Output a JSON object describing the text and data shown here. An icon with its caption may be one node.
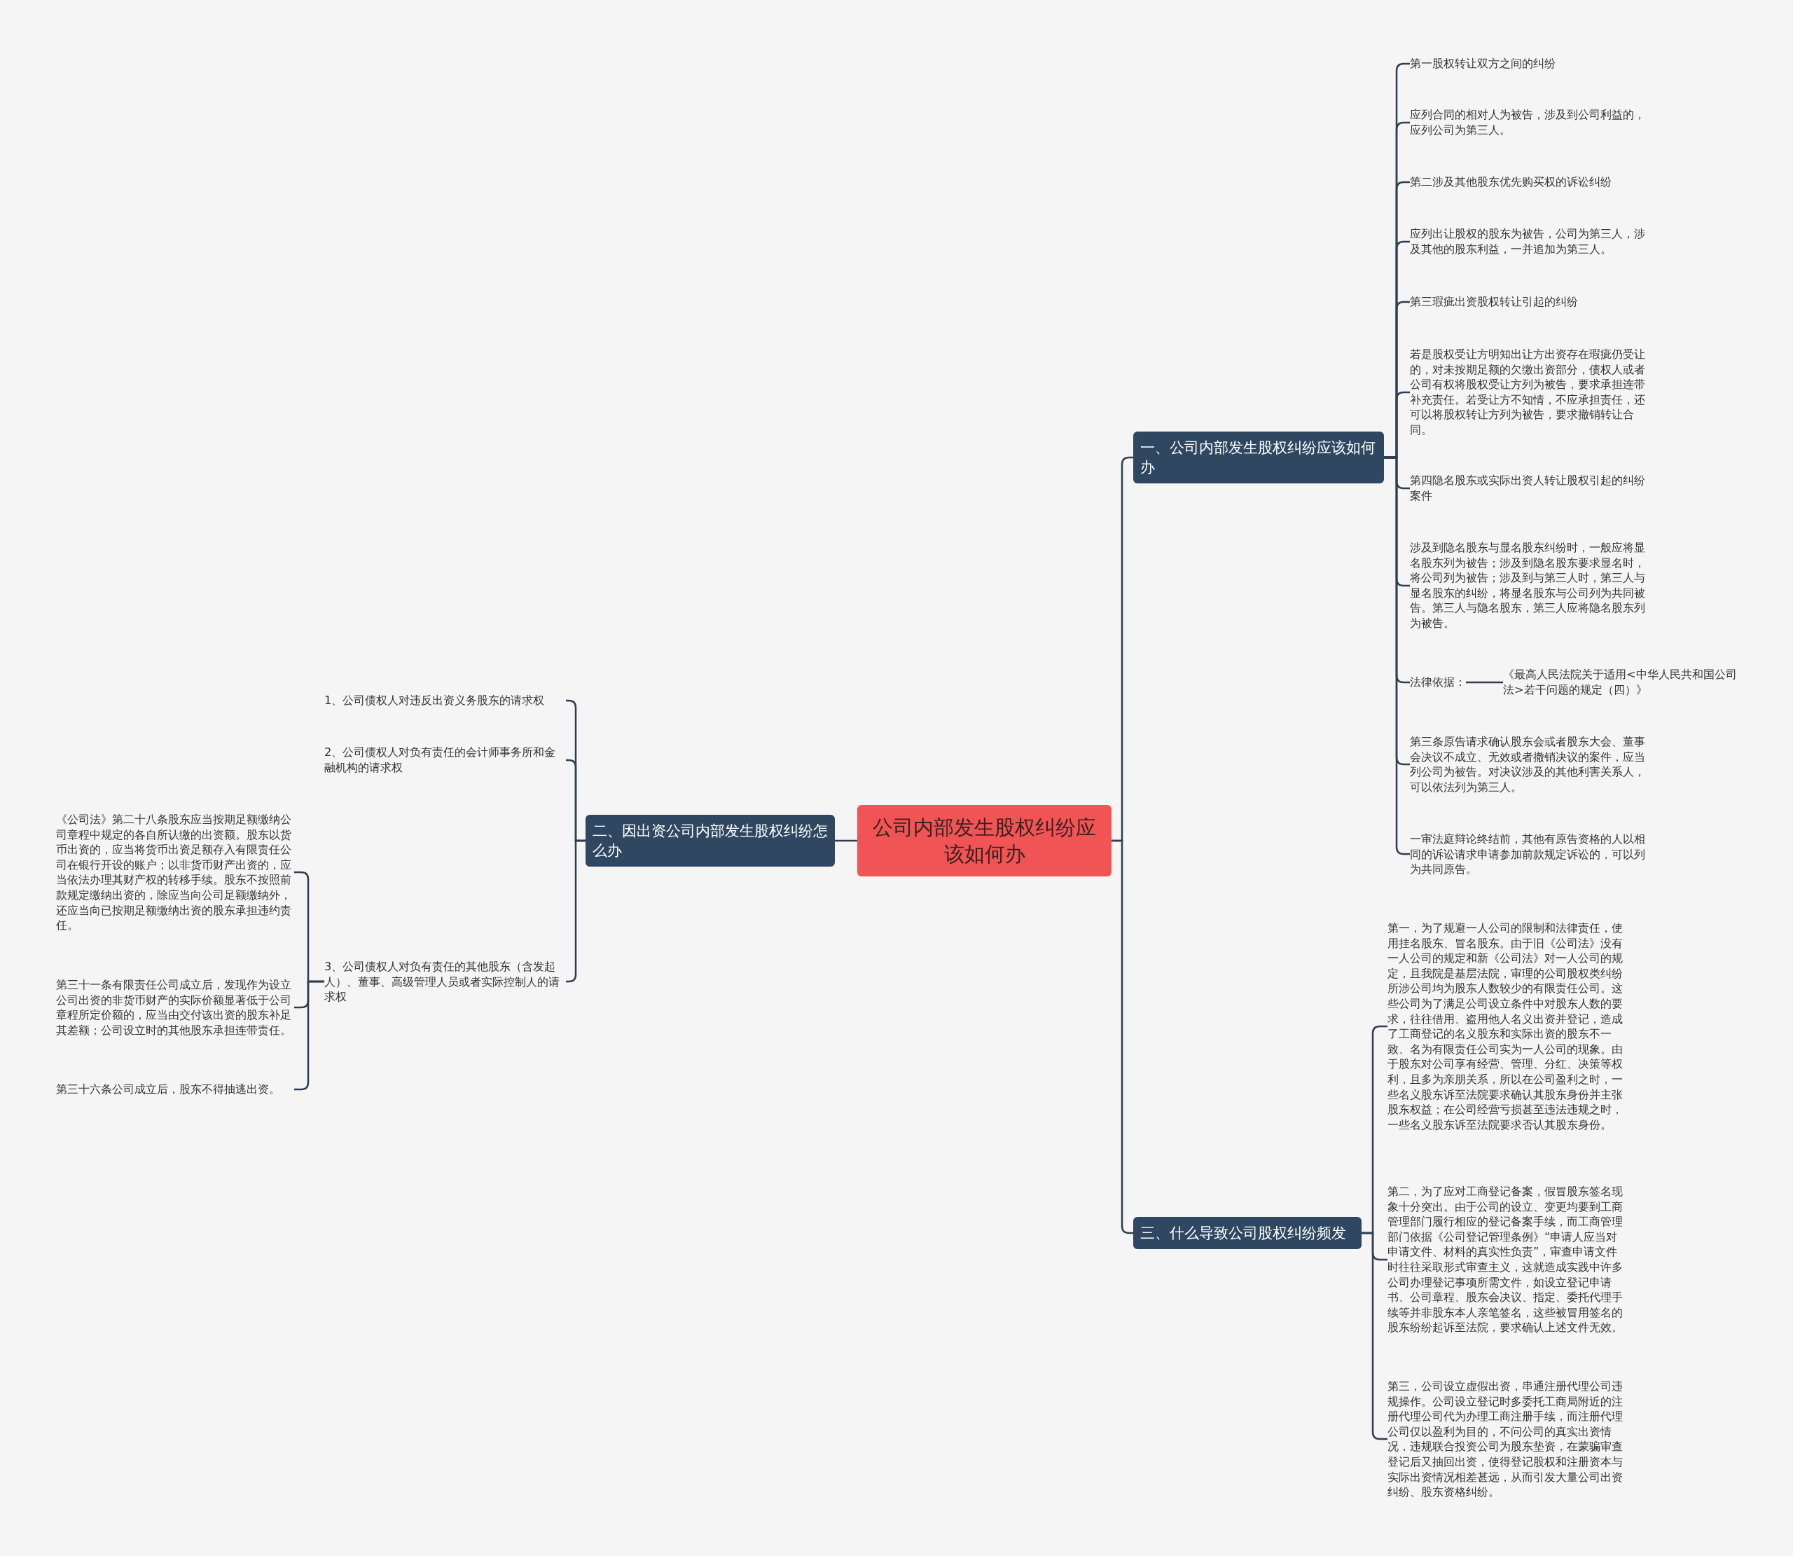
{
  "diagram": {
    "nodes": [
      {
        "text": [
          "公司内部发生股权纠纷应该如何办"
        ]
      },
      {
        "text": [
          "一、公司内部发生股权纠纷应该如何办"
        ]
      },
      {
        "text": [
          "第一股权转让双方之间的纠纷"
        ]
      },
      {
        "text": [
          "应列合同的相对人为被告，涉及到公司利益的，应列公司为第三人。"
        ]
      },
      {
        "text": [
          "第二涉及其他股东优先购买权的诉讼纠纷"
        ]
      },
      {
        "text": [
          "应列出让股权的股东为被告，公司为第三人，涉及其他的股东利益，一并追加为第三人。"
        ]
      },
      {
        "text": [
          "第三瑕疵出资股权转让引起的纠纷"
        ]
      },
      {
        "text": [
          "若是股权受让方明知出让方出资存在瑕疵仍受让的，对未按期足额的欠缴出资部分，债权人或者公司有权将股权受让方列为被告，要求承担连带补充责任。若受让方不知情，不应承担责任，还可以将股权转让方列为被告，要求撤销转让合同。"
        ]
      },
      {
        "text": [
          "第四隐名股东或实际出资人转让股权引起的纠纷案件"
        ]
      },
      {
        "text": [
          "涉及到隐名股东与显名股东纠纷时，一般应将显名股东列为被告；涉及到隐名股东要求显名时，将公司列为被告；涉及到与第三人时，第三人与显名股东的纠纷，将显名股东与公司列为共同被告。第三人与隐名股东，第三人应将隐名股东列为被告。"
        ]
      },
      {
        "text": [
          "法律依据："
        ]
      },
      {
        "text": [
          "《最高人民法院关于适用<中华人民共和国公司法>若干问题的规定（四）》"
        ]
      },
      {
        "text": [
          "第三条原告请求确认股东会或者股东大会、董事会决议不成立、无效或者撤销决议的案件，应当列公司为被告。对决议涉及的其他利害关系人，可以依法列为第三人。"
        ]
      },
      {
        "text": [
          "一审法庭辩论终结前，其他有原告资格的人以相同的诉讼请求申请参加前款规定诉讼的，可以列为共同原告。"
        ]
      },
      {
        "text": [
          "二、因出资公司内部发生股权纠纷怎么办"
        ]
      },
      {
        "text": [
          "1、公司债权人对违反出资义务股东的请求权"
        ]
      },
      {
        "text": [
          "2、公司债权人对负有责任的会计师事务所和金融机构的请求权"
        ]
      },
      {
        "text": [
          "3、公司债权人对负有责任的其他股东（含发起人）、董事、高级管理人员或者实际控制人的请求权"
        ]
      },
      {
        "text": [
          "《公司法》第二十八条股东应当按期足额缴纳公司章程中规定的各自所认缴的出资额。股东以货币出资的，应当将货币出资足额存入有限责任公司在银行开设的账户；以非货币财产出资的，应当依法办理其财产权的转移手续。股东不按照前款规定缴纳出资的，除应当向公司足额缴纳外，还应当向已按期足额缴纳出资的股东承担违约责任。"
        ]
      },
      {
        "text": [
          "第三十一条有限责任公司成立后，发现作为设立公司出资的非货币财产的实际价额显著低于公司章程所定价额的，应当由交付该出资的股东补足其差额；公司设立时的其他股东承担连带责任。"
        ]
      },
      {
        "text": [
          "第三十六条公司成立后，股东不得抽逃出资。"
        ]
      },
      {
        "text": [
          "三、什么导致公司股权纠纷频发"
        ]
      },
      {
        "text": [
          "第一，为了规避一人公司的限制和法律责任，使用挂名股东、冒名股东。由于旧《公司法》没有一人公司的规定和新《公司法》对一人公司的规定，且我院是基层法院，审理的公司股权类纠纷所涉公司均为股东人数较少的有限责任公司。这些公司为了满足公司设立条件中对股东人数的要求，往往借用、盗用他人名义出资并登记，造成了工商登记的名义股东和实际出资的股东不一致、名为有限责任公司实为一人公司的现象。由于股东对公司享有经营、管理、分红、决策等权利，且多为亲朋关系，所以在公司盈利之时，一些名义股东诉至法院要求确认其股东身份并主张股东权益；在公司经营亏损甚至违法违规之时，一些名义股东诉至法院要求否认其股东身份。"
        ]
      },
      {
        "text": [
          "第二，为了应对工商登记备案，假冒股东签名现象十分突出。由于公司的设立、变更均要到工商管理部门履行相应的登记备案手续，而工商管理部门依据《公司登记管理条例》“申请人应当对申请文件、材料的真实性负责”，审查申请文件时往往采取形式审查主义，这就造成实践中许多公司办理登记事项所需文件，如设立登记申请书、公司章程、股东会决议、指定、委托代理手续等并非股东本人亲笔签名，这些被冒用签名的股东纷纷起诉至法院，要求确认上述文件无效。"
        ]
      },
      {
        "text": [
          "第三，公司设立虚假出资，串通注册代理公司违规操作。公司设立登记时多委托工商局附近的注册代理公司代为办理工商注册手续，而注册代理公司仅以盈利为目的，不问公司的真实出资情况，违规联合投资公司为股东垫资，在蒙骗审查登记后又抽回出资，使得登记股权和注册资本与实际出资情况相差甚远，从而引发大量公司出资纠纷、股东资格纠纷。"
        ]
      }
    ],
    "edges": [
      {
        "from": 0,
        "to": 1,
        "arrow": "none"
      },
      {
        "from": 1,
        "to": 2,
        "arrow": "none"
      },
      {
        "from": 1,
        "to": 3,
        "arrow": "none"
      },
      {
        "from": 1,
        "to": 4,
        "arrow": "none"
      },
      {
        "from": 1,
        "to": 5,
        "arrow": "none"
      },
      {
        "from": 1,
        "to": 6,
        "arrow": "none"
      },
      {
        "from": 1,
        "to": 7,
        "arrow": "none"
      },
      {
        "from": 1,
        "to": 8,
        "arrow": "none"
      },
      {
        "from": 1,
        "to": 9,
        "arrow": "none"
      },
      {
        "from": 1,
        "to": 10,
        "arrow": "none"
      },
      {
        "from": 10,
        "to": 11,
        "arrow": "none"
      },
      {
        "from": 1,
        "to": 12,
        "arrow": "none"
      },
      {
        "from": 1,
        "to": 13,
        "arrow": "none"
      },
      {
        "from": 0,
        "to": 14,
        "arrow": "none"
      },
      {
        "from": 14,
        "to": 15,
        "arrow": "none"
      },
      {
        "from": 14,
        "to": 16,
        "arrow": "none"
      },
      {
        "from": 14,
        "to": 17,
        "arrow": "none"
      },
      {
        "from": 17,
        "to": 18,
        "arrow": "none"
      },
      {
        "from": 17,
        "to": 19,
        "arrow": "none"
      },
      {
        "from": 17,
        "to": 20,
        "arrow": "none"
      },
      {
        "from": 0,
        "to": 21,
        "arrow": "none"
      },
      {
        "from": 21,
        "to": 22,
        "arrow": "none"
      },
      {
        "from": 21,
        "to": 23,
        "arrow": "none"
      },
      {
        "from": 21,
        "to": 24,
        "arrow": "none"
      }
    ]
  }
}
